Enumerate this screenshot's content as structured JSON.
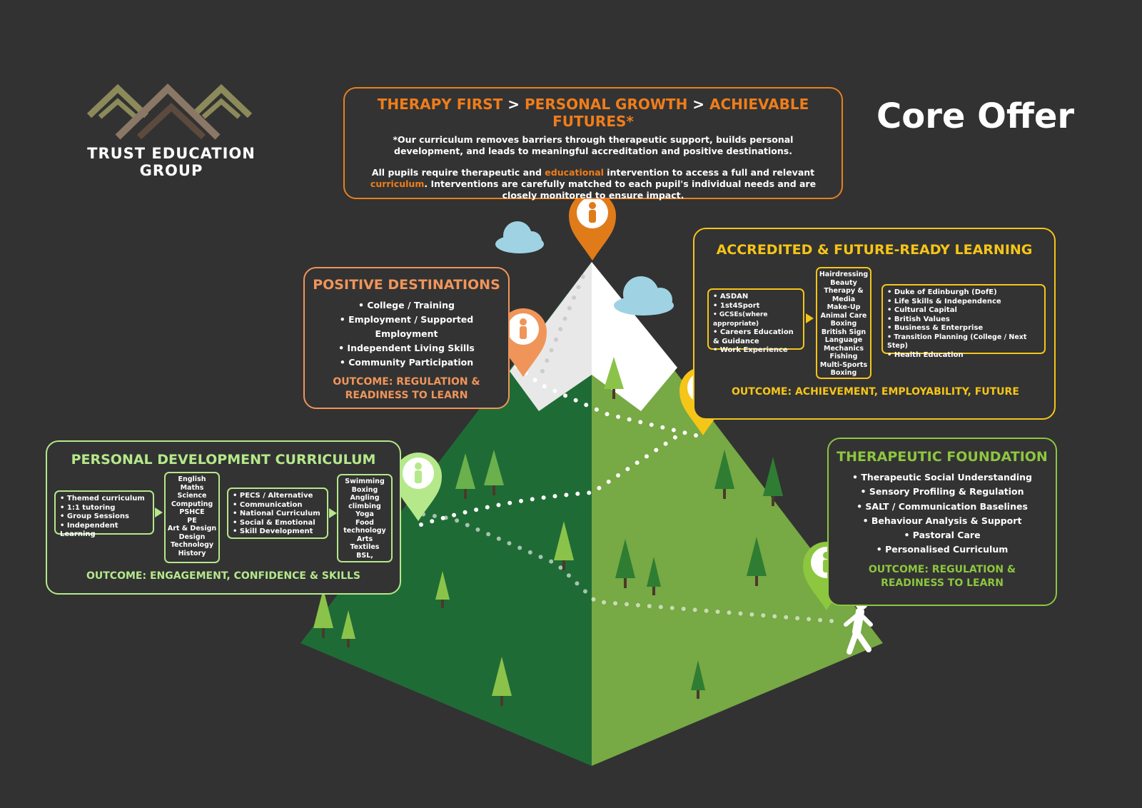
{
  "logo": {
    "name": "TRUST EDUCATION GROUP"
  },
  "title": "Core Offer",
  "header": {
    "part1": "THERAPY FIRST",
    "sep1": ">",
    "part2": "PERSONAL GROWTH",
    "sep2": ">",
    "part3": "ACHIEVABLE FUTURES*",
    "note": "*Our curriculum removes barriers through therapeutic support, builds personal development, and leads to meaningful accreditation and positive destinations.",
    "body_a": "All pupils require therapeutic and ",
    "body_hl1": "educational",
    "body_b": " intervention to access a full and relevant ",
    "body_hl2": "curriculum",
    "body_c": ". Interventions are carefully matched to each pupil's individual needs and are closely monitored to ensure impact."
  },
  "positive": {
    "title": "POSITIVE DESTINATIONS",
    "items": [
      "• College / Training",
      "• Employment / Supported Employment",
      "• Independent Living Skills",
      "• Community Participation"
    ],
    "outcome": "OUTCOME: REGULATION & READINESS TO LEARN"
  },
  "accredited": {
    "title": "ACCREDITED & FUTURE-READY LEARNING",
    "left": [
      "• ASDAN",
      "• 1st4Sport",
      "• GCSEs(where appropriate)",
      "• Careers Education & Guidance",
      "• Work Experience"
    ],
    "middle": [
      "Hairdressing",
      "Beauty",
      "Therapy &",
      "Media",
      "Make-Up",
      "Animal Care",
      "Boxing",
      "British Sign",
      "Language",
      "Mechanics",
      "Fishing",
      "Multi-Sports",
      "Boxing"
    ],
    "right": [
      "• Duke of Edinburgh (DofE)",
      "• Life Skills & Independence",
      "• Cultural Capital",
      "• British Values",
      "• Business & Enterprise",
      "• Transition Planning (College / Next Step)",
      "• Health Education"
    ],
    "outcome": "OUTCOME: ACHIEVEMENT,  EMPLOYABILITY, FUTURE"
  },
  "personal": {
    "title": "PERSONAL  DEVELOPMENT  CURRICULUM",
    "col1": [
      "• Themed curriculum",
      "• 1:1 tutoring",
      "• Group Sessions",
      "• Independent Learning"
    ],
    "col2": [
      "English",
      "Maths",
      "Science",
      "Computing",
      "PSHCE",
      "PE",
      "Art & Design",
      "Design",
      "Technology",
      "History"
    ],
    "col3": [
      "• PECS / Alternative",
      "• Communication",
      "• National Curriculum",
      "• Social & Emotional",
      "• Skill Development"
    ],
    "col4": [
      "Swimming",
      "Boxing",
      "Angling",
      "climbing",
      "Yoga",
      "Food",
      "technology",
      "Arts",
      "Textiles",
      "BSL,"
    ],
    "outcome": "OUTCOME: ENGAGEMENT, CONFIDENCE & SKILLS"
  },
  "therapeutic": {
    "title": "THERAPEUTIC FOUNDATION",
    "items": [
      "• Therapeutic Social Understanding",
      "• Sensory Profiling & Regulation",
      "• SALT / Communication Baselines",
      "• Behaviour Analysis & Support",
      "• Pastoral Care",
      "• Personalised Curriculum"
    ],
    "outcome": "OUTCOME: REGULATION & READINESS TO LEARN"
  },
  "colors": {
    "orange": "#f07d1a",
    "peach": "#f0955a",
    "yellow": "#f5c518",
    "lightgreen": "#b5e88a",
    "green": "#8dc63f"
  }
}
